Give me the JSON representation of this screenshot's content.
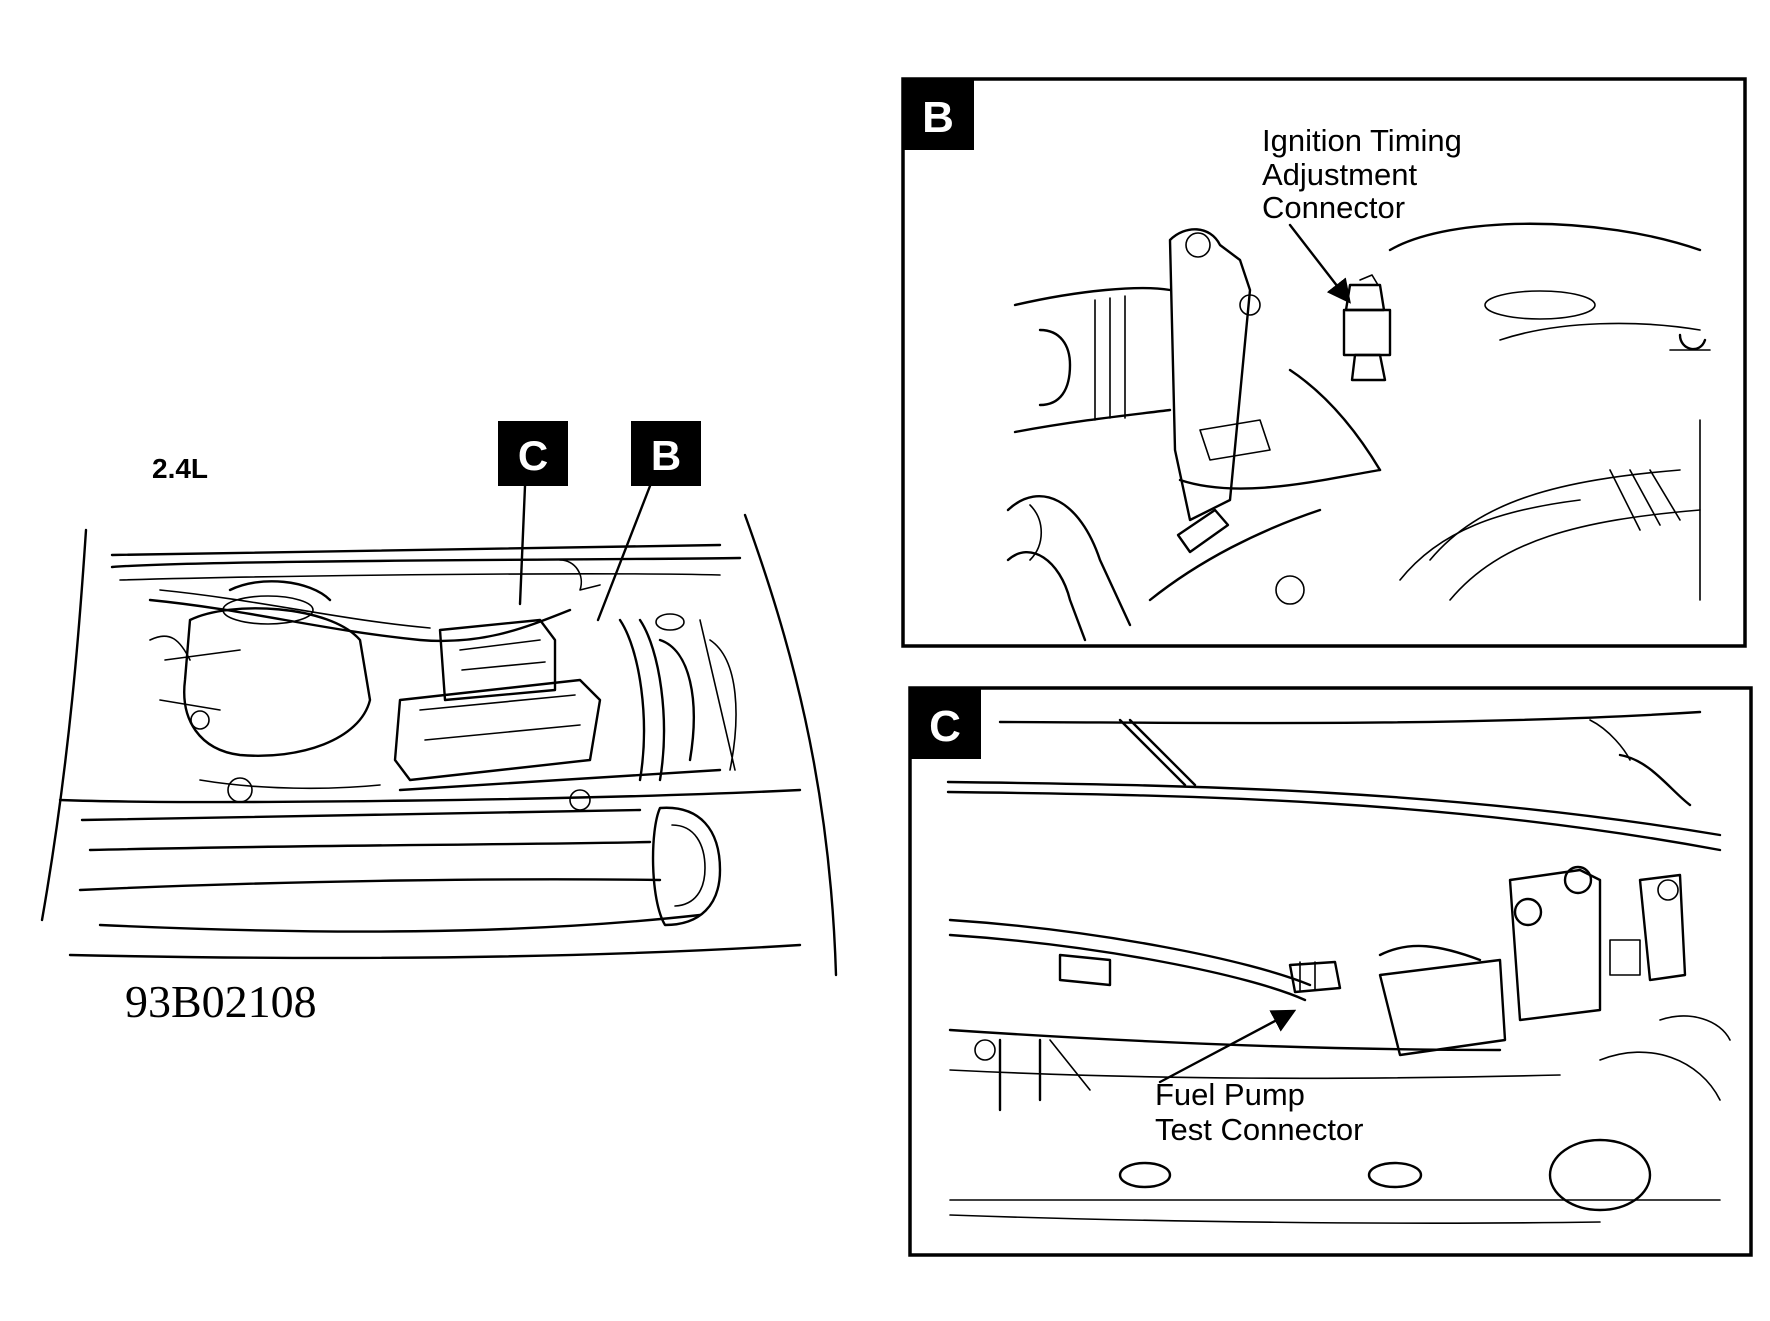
{
  "overview": {
    "engine_label": "2.4L",
    "figure_number": "93B02108",
    "callout_c": "C",
    "callout_b": "B"
  },
  "detail_b": {
    "tag": "B",
    "label_lines": [
      "Ignition Timing",
      "Adjustment",
      "Connector"
    ]
  },
  "detail_c": {
    "tag": "C",
    "label_lines": [
      "Fuel Pump",
      "Test Connector"
    ]
  }
}
